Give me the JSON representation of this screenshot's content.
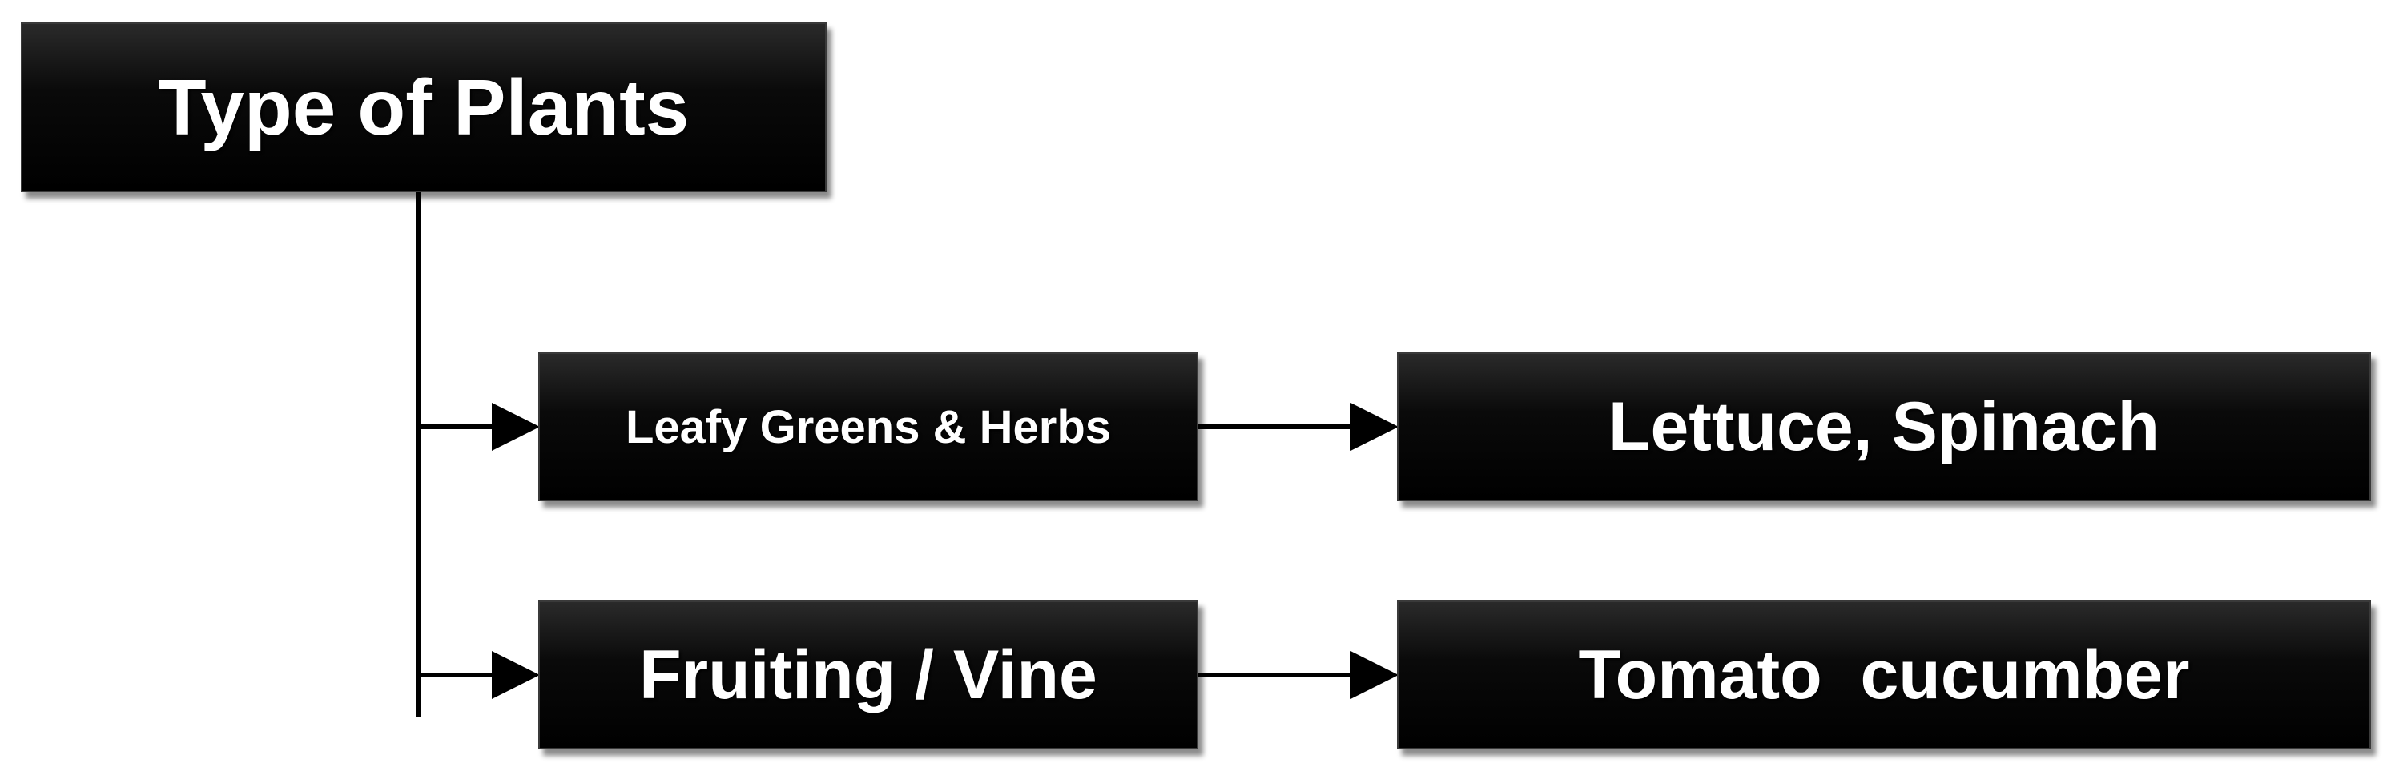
{
  "diagram": {
    "root": {
      "label": "Type of Plants"
    },
    "categories": [
      {
        "label": "Leafy Greens & Herbs",
        "example": "Lettuce, Spinach"
      },
      {
        "label": "Fruiting / Vine",
        "example": "Tomato  cucumber"
      }
    ],
    "colors": {
      "box_fill": "#000000",
      "text": "#ffffff",
      "line": "#000000"
    }
  }
}
